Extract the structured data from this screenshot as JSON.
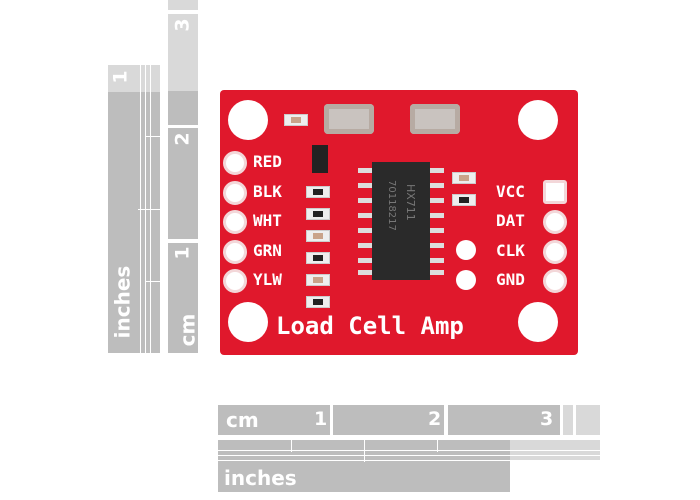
{
  "board": {
    "title": "Load Cell Amp",
    "chip": "HX711",
    "chip_code": "70118217",
    "left_pins": [
      "RED",
      "BLK",
      "WHT",
      "GRN",
      "YLW"
    ],
    "right_pins": [
      "VCC",
      "DAT",
      "CLK",
      "GND"
    ],
    "color": "#e0182c"
  },
  "rulers": {
    "vertical_inches": {
      "unit": "inches",
      "marks": [
        "1"
      ]
    },
    "vertical_cm": {
      "unit": "cm",
      "marks": [
        "1",
        "2",
        "3"
      ]
    },
    "horizontal_cm": {
      "unit": "cm",
      "marks": [
        "1",
        "2",
        "3"
      ]
    },
    "horizontal_inches": {
      "unit": "inches"
    }
  }
}
